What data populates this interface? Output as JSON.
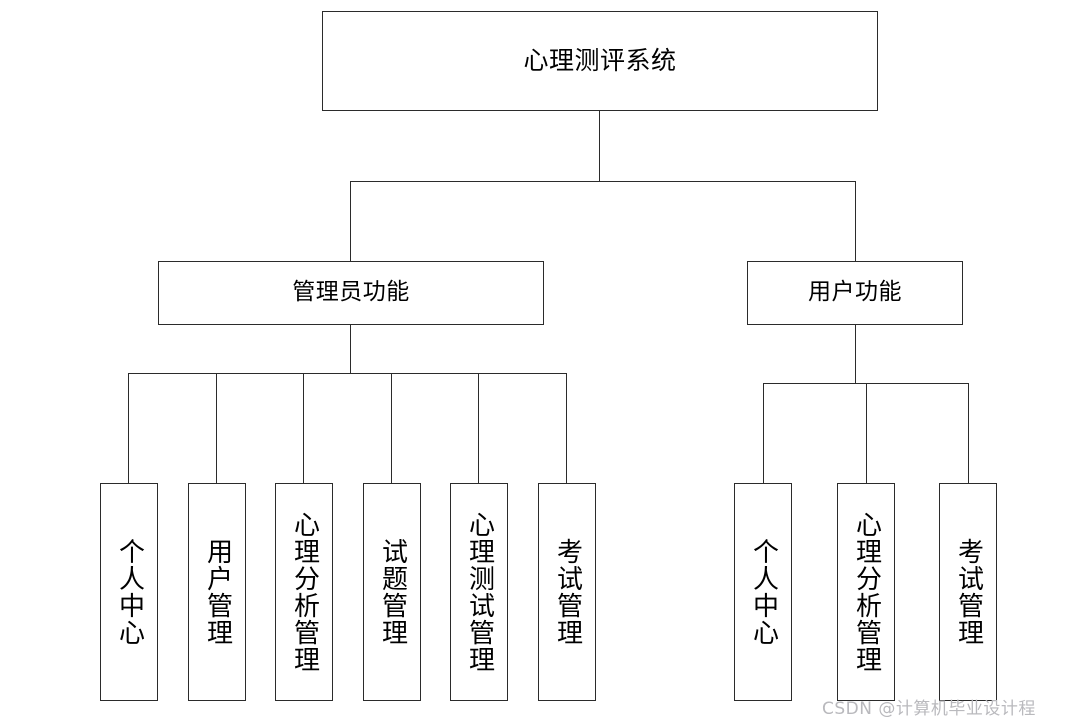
{
  "diagram": {
    "title": "心理测评系统",
    "type": "tree",
    "background_color": "#ffffff",
    "line_color": "#2b2b2b",
    "text_color": "#000000",
    "root": {
      "label": "心理测评系统"
    },
    "branches": [
      {
        "label": "管理员功能",
        "children": [
          {
            "label": "个人中心"
          },
          {
            "label": "用户管理"
          },
          {
            "label": "心理分析管理"
          },
          {
            "label": "试题管理"
          },
          {
            "label": "心理测试管理"
          },
          {
            "label": "考试管理"
          }
        ]
      },
      {
        "label": "用户功能",
        "children": [
          {
            "label": "个人中心"
          },
          {
            "label": "心理分析管理"
          },
          {
            "label": "考试管理"
          }
        ]
      }
    ]
  },
  "watermark": {
    "text": "CSDN @计算机毕业设计程",
    "color": "#b9b9bd"
  }
}
